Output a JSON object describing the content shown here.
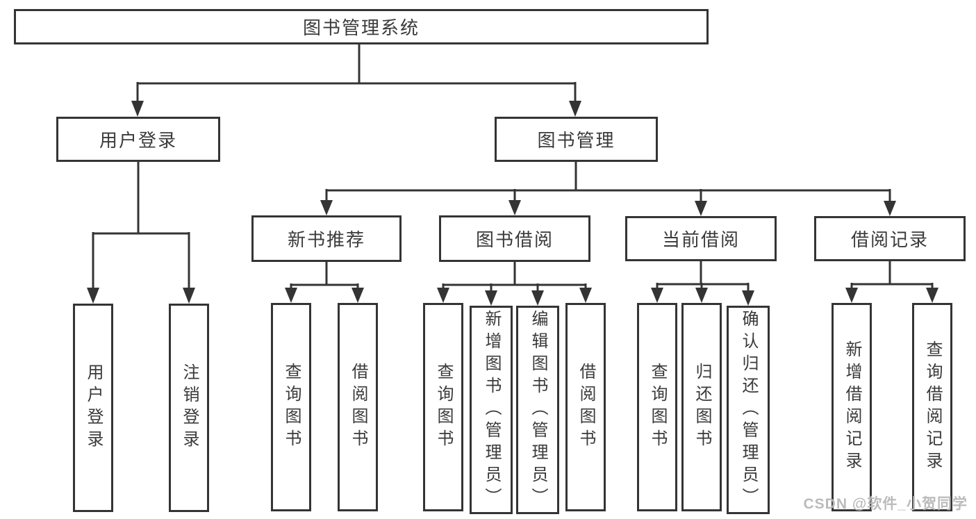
{
  "tree": {
    "root": {
      "label": "图书管理系统"
    },
    "user": {
      "label": "用户登录",
      "children": [
        {
          "label": "用户登录"
        },
        {
          "label": "注销登录"
        }
      ]
    },
    "book": {
      "label": "图书管理",
      "children": [
        {
          "label": "新书推荐",
          "children": [
            {
              "label": "查询图书"
            },
            {
              "label": "借阅图书"
            }
          ]
        },
        {
          "label": "图书借阅",
          "children": [
            {
              "label": "查询图书"
            },
            {
              "label": "新增图书（管理员）"
            },
            {
              "label": "编辑图书（管理员）"
            },
            {
              "label": "借阅图书"
            }
          ]
        },
        {
          "label": "当前借阅",
          "children": [
            {
              "label": "查询图书"
            },
            {
              "label": "归还图书"
            },
            {
              "label": "确认归还（管理员）"
            }
          ]
        },
        {
          "label": "借阅记录",
          "children": [
            {
              "label": "新增借阅记录"
            },
            {
              "label": "查询借阅记录"
            }
          ]
        }
      ]
    }
  },
  "watermark": {
    "text": "CSDN @软件_小贺同学"
  },
  "colors": {
    "line": "#343434",
    "text": "#3a3a3a",
    "watermark": "#b7b7b7",
    "background": "#ffffff"
  }
}
